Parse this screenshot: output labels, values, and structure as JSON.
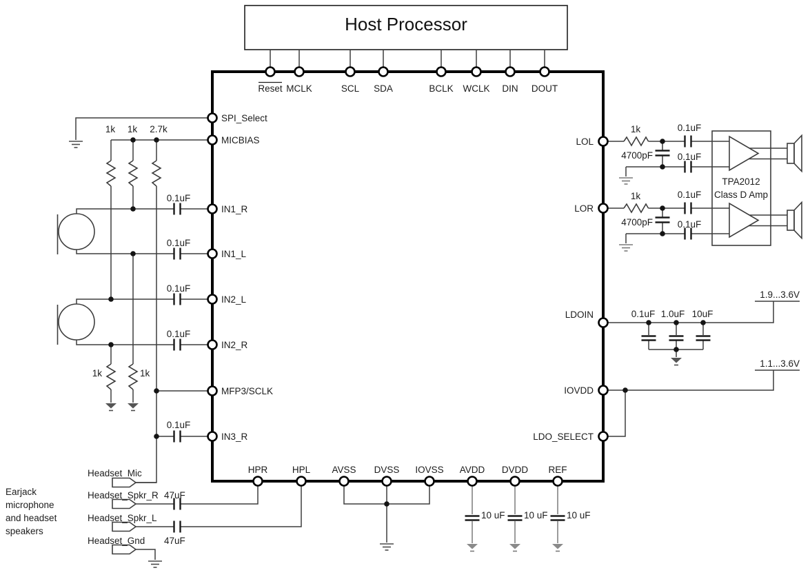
{
  "host": {
    "title": "Host Processor"
  },
  "codec": {
    "top_pins": [
      "Reset",
      "MCLK",
      "SCL",
      "SDA",
      "BCLK",
      "WCLK",
      "DIN",
      "DOUT"
    ],
    "left_pins": [
      "SPI_Select",
      "MICBIAS",
      "IN1_R",
      "IN1_L",
      "IN2_L",
      "IN2_R",
      "MFP3/SCLK",
      "IN3_R"
    ],
    "right_pins": [
      "LOL",
      "LOR",
      "LDOIN",
      "IOVDD",
      "LDO_SELECT"
    ],
    "bottom_pins": [
      "HPR",
      "HPL",
      "AVSS",
      "DVSS",
      "IOVSS",
      "AVDD",
      "DVDD",
      "REF"
    ]
  },
  "mic_bias": {
    "resistors": [
      "1k",
      "1k",
      "2.7k"
    ],
    "pulldowns": [
      "1k",
      "1k"
    ],
    "input_caps": [
      "0.1uF",
      "0.1uF",
      "0.1uF",
      "0.1uF",
      "0.1uF"
    ]
  },
  "line_out": {
    "lol": {
      "series_r": "1k",
      "filter_c": "4700pF",
      "top_c": "0.1uF",
      "bottom_c": "0.1uF"
    },
    "lor": {
      "series_r": "1k",
      "filter_c": "4700pF",
      "top_c": "0.1uF",
      "bottom_c": "0.1uF"
    },
    "amp": {
      "name": "TPA2012",
      "type": "Class D Amp"
    }
  },
  "power": {
    "ldoin_caps": [
      "0.1uF",
      "1.0uF",
      "10uF"
    ],
    "ldoin_voltage": "1.9...3.6V",
    "iovdd_voltage": "1.1...3.6V",
    "supply_caps": [
      "10 uF",
      "10 uF",
      "10 uF"
    ]
  },
  "headset": {
    "connectors": [
      "Headset_Mic",
      "Headset_Spkr_R",
      "Headset_Spkr_L",
      "Headset_Gnd"
    ],
    "coupling_caps": [
      "47uF",
      "47uF"
    ],
    "note_lines": [
      "Earjack",
      "microphone",
      "and headset",
      "speakers"
    ]
  }
}
